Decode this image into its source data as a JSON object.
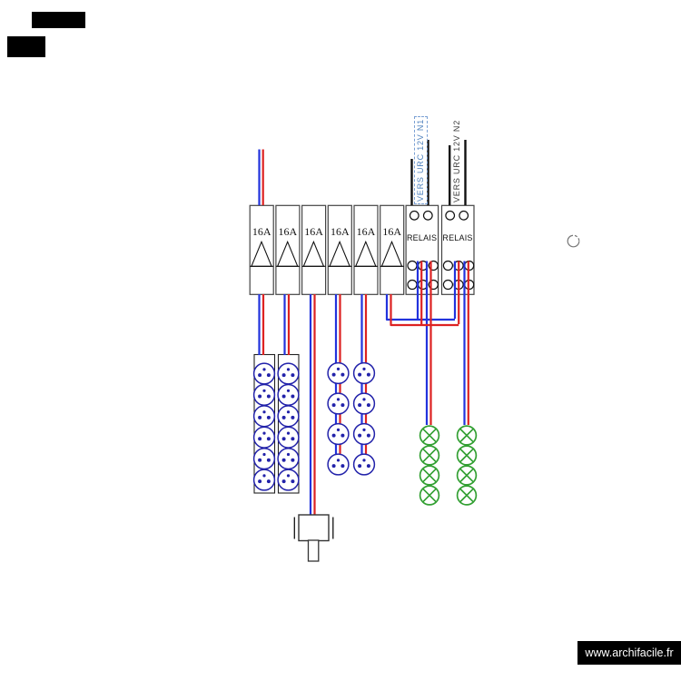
{
  "panel": {
    "breakers": [
      {
        "label": "16A"
      },
      {
        "label": "16A"
      },
      {
        "label": "16A"
      },
      {
        "label": "16A"
      },
      {
        "label": "16A"
      },
      {
        "label": "16A"
      }
    ],
    "relays": [
      {
        "label": "RELAIS",
        "wire_label": "VERS URC 12V N1",
        "selected": true
      },
      {
        "label": "RELAIS",
        "wire_label": "VERS URC 12V N2",
        "selected": false
      }
    ]
  },
  "symbols": {
    "socket_strips": [
      {
        "sockets": 6
      },
      {
        "sockets": 6
      }
    ],
    "socket_columns": [
      {
        "sockets": 4
      },
      {
        "sockets": 4
      }
    ],
    "lamp_columns": [
      {
        "lamps": 4
      },
      {
        "lamps": 4
      }
    ],
    "appliance": 1
  },
  "colors": {
    "neutral_wire": "#2233dd",
    "live_wire": "#dd2222",
    "control_wire": "#111111",
    "socket_symbol": "#2222aa",
    "lamp_symbol": "#33a033",
    "selected_label": "#4a7ebb"
  },
  "footer": {
    "watermark": "www.archifacile.fr"
  }
}
